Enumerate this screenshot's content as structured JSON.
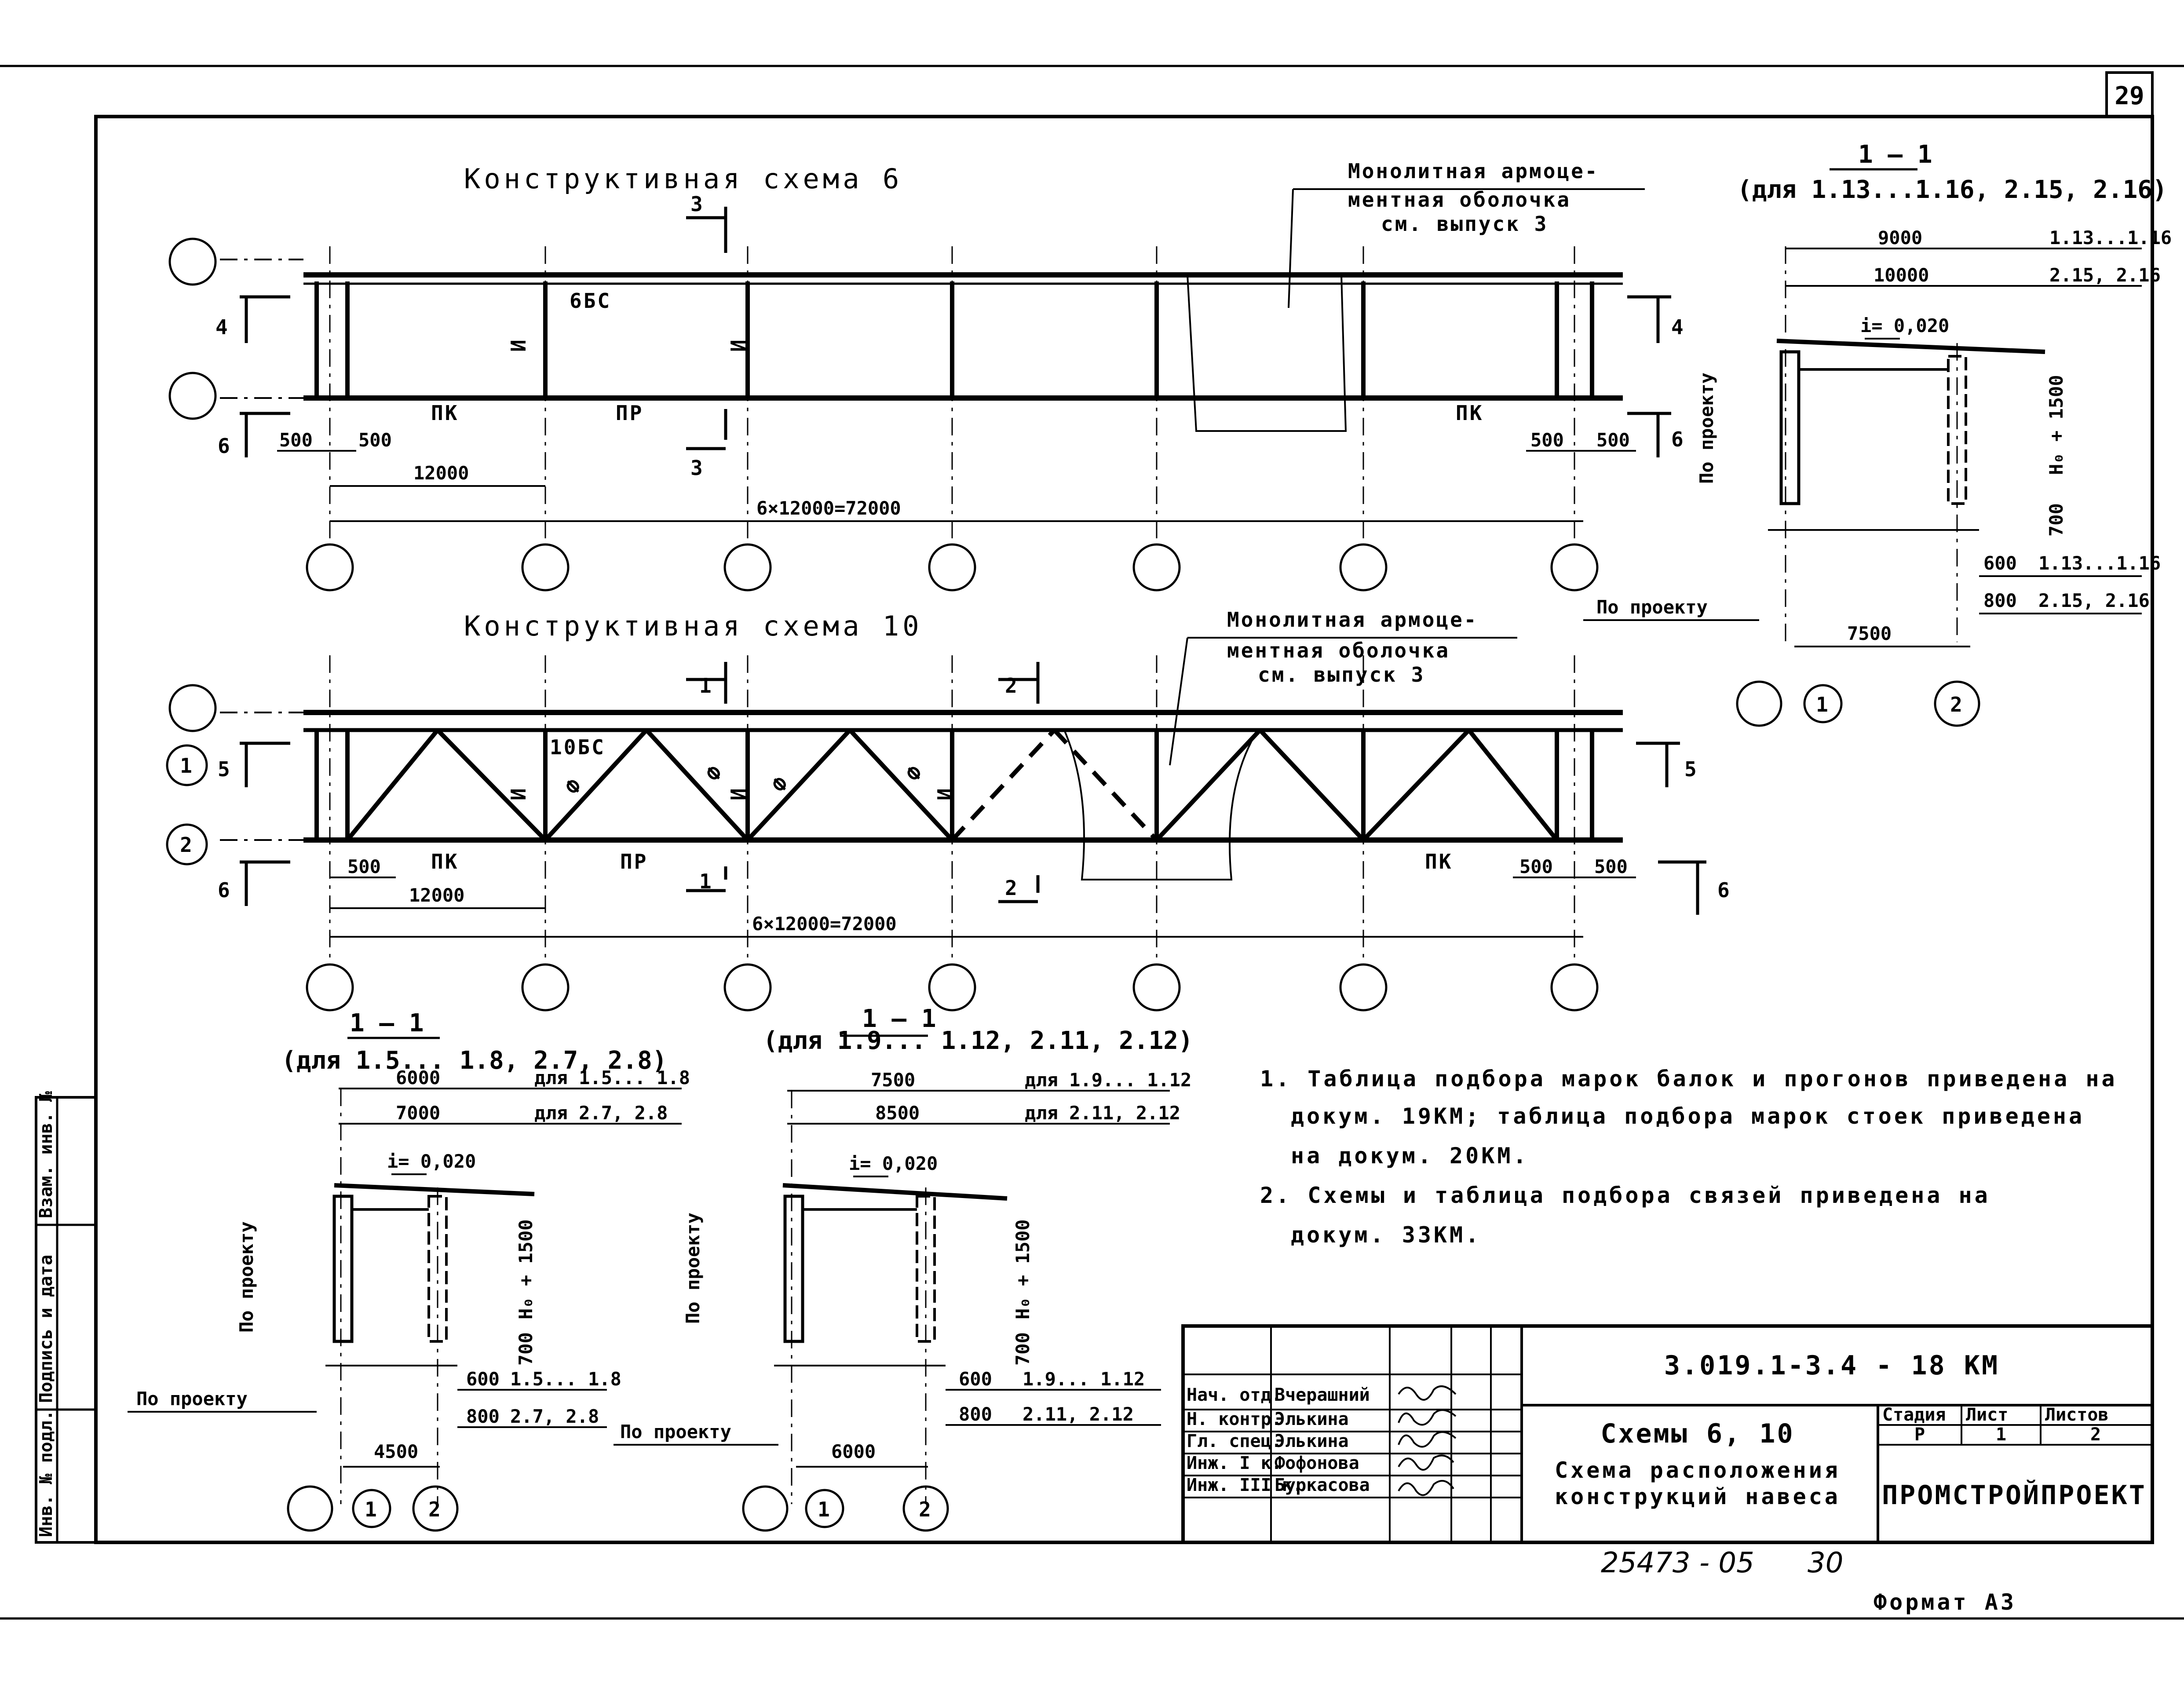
{
  "sheet": {
    "page_number": "29",
    "format_label": "Формат А3",
    "archive_number": "25473 - 05",
    "archive_sheet": "30"
  },
  "scheme6": {
    "title": "Конструктивная схема 6",
    "shell_note": [
      "Монолитная армоце-",
      "ментная оболочка",
      "см. выпуск 3"
    ],
    "beam_mark": "6БС",
    "post_mark": "И",
    "purlin_end": "ПК",
    "purlin_mid": "ПР",
    "section_cut_a": "3",
    "section_cut_left": "4",
    "section_cut_right": "4",
    "section_cut_b": "6",
    "dim_500": "500",
    "dim_span": "12000",
    "dim_total": "6×12000=72000"
  },
  "scheme10": {
    "title": "Конструктивная схема 10",
    "shell_note": [
      "Монолитная армоце-",
      "ментная оболочка",
      "см. выпуск 3"
    ],
    "beam_mark": "10БС",
    "post_mark": "И",
    "brace_mark": "Ф",
    "purlin_end": "ПК",
    "purlin_mid": "ПР",
    "section_cut_1": "1",
    "section_cut_2": "2",
    "section_cut_5": "5",
    "section_cut_6": "6",
    "axis_1": "1",
    "axis_2": "2",
    "dim_500": "500",
    "dim_span": "12000",
    "dim_total": "6×12000=72000"
  },
  "section_a": {
    "title": "1 – 1",
    "subtitle": "(для 1.13...1.16, 2.15, 2.16)",
    "dim_top1": "9000",
    "dim_top1_note": "1.13...1.16",
    "dim_top2": "10000",
    "dim_top2_note": "2.15, 2.16",
    "slope": "i= 0,020",
    "by_project": "По проекту",
    "height": "H₀ + 1500",
    "dim_700": "700",
    "dim_600": "600",
    "dim_600_note": "1.13...1.16",
    "dim_800": "800",
    "dim_800_note": "2.15, 2.16",
    "dim_bottom": "7500",
    "axis_1": "1",
    "axis_2": "2"
  },
  "section_b": {
    "title": "1 – 1",
    "subtitle": "(для 1.5... 1.8, 2.7, 2.8)",
    "dim_top1": "6000",
    "dim_top1_note": "для 1.5... 1.8",
    "dim_top2": "7000",
    "dim_top2_note": "для 2.7, 2.8",
    "slope": "i= 0,020",
    "by_project": "По проекту",
    "height": "H₀ + 1500",
    "dim_700": "700",
    "dim_600": "600",
    "dim_600_note": "1.5... 1.8",
    "dim_800": "800",
    "dim_800_note": "2.7, 2.8",
    "dim_bottom": "4500",
    "axis_1": "1",
    "axis_2": "2"
  },
  "section_c": {
    "title": "1 – 1",
    "subtitle": "(для 1.9... 1.12, 2.11, 2.12)",
    "dim_top1": "7500",
    "dim_top1_note": "для 1.9... 1.12",
    "dim_top2": "8500",
    "dim_top2_note": "для 2.11, 2.12",
    "slope": "i= 0,020",
    "by_project": "По проекту",
    "height": "H₀ + 1500",
    "dim_700": "700",
    "dim_600": "600",
    "dim_600_note": "1.9... 1.12",
    "dim_800": "800",
    "dim_800_note": "2.11, 2.12",
    "dim_bottom": "6000",
    "axis_1": "1",
    "axis_2": "2"
  },
  "notes": [
    "1. Таблица подбора марок балок и прогонов приведена на",
    "докум. 19КМ; таблица подбора марок стоек приведена",
    "на докум. 20КМ.",
    "2. Схемы и таблица подбора связей приведена на",
    "докум. 33КМ."
  ],
  "stamp": {
    "doc_code": "3.019.1-3.4 - 18 КМ",
    "title_lines": [
      "Схемы 6, 10",
      "Схема расположения",
      "конструкций навеса"
    ],
    "stage_header": "Стадия",
    "sheet_header": "Лист",
    "sheets_header": "Листов",
    "stage": "Р",
    "sheet": "1",
    "sheets": "2",
    "org": "ПРОМСТРОЙПРОЕКТ",
    "roles": [
      "Нач. отд.",
      "Н. контр.",
      "Гл. спец.",
      "Инж. I к.",
      "Инж. III к."
    ],
    "names": [
      "Вчерашний",
      "Элькина",
      "Элькина",
      "Фофонова",
      "Буркасова"
    ]
  },
  "side_strip": [
    "Взам. инв. №",
    "Подпись и дата",
    "Инв. № подл."
  ]
}
